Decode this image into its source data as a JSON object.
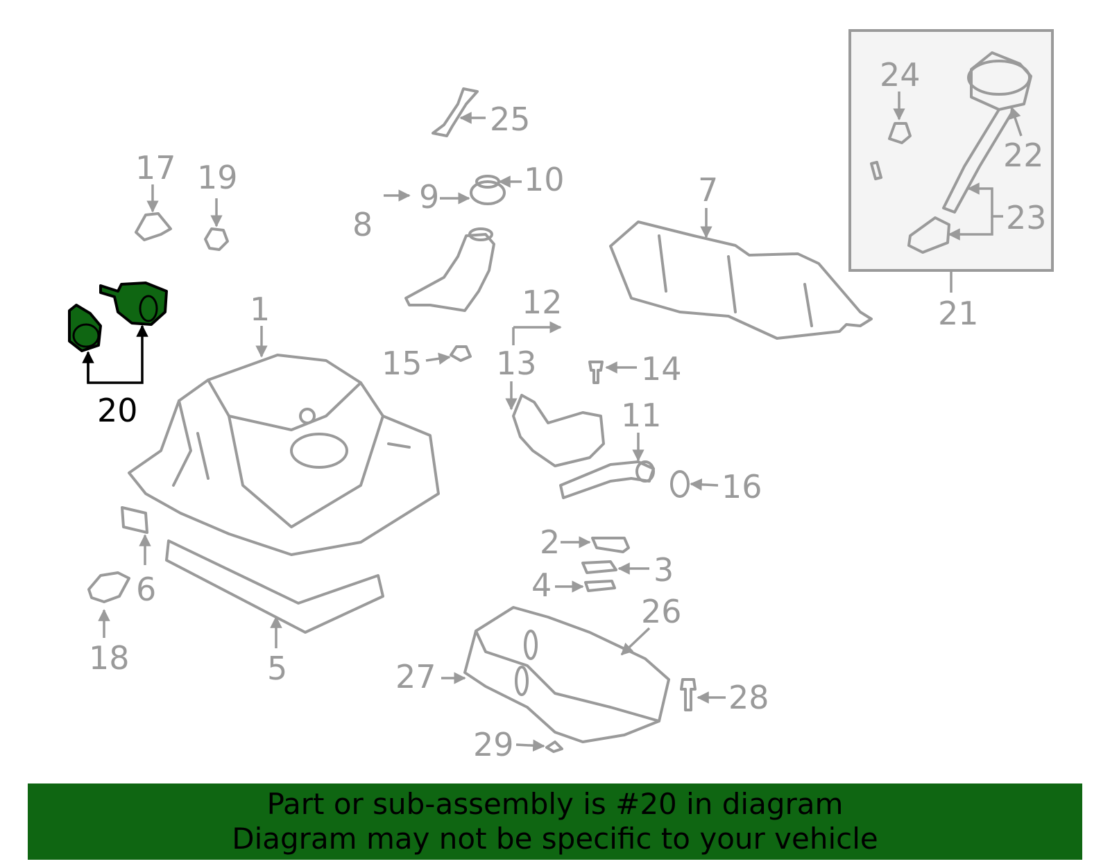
{
  "highlight_color": "#0f6612",
  "callout_color": "#9a9a9a",
  "callouts": {
    "c1": "1",
    "c2": "2",
    "c3": "3",
    "c4": "4",
    "c5": "5",
    "c6": "6",
    "c7": "7",
    "c8": "8",
    "c9": "9",
    "c10": "10",
    "c11": "11",
    "c12": "12",
    "c13": "13",
    "c14": "14",
    "c15": "15",
    "c16": "16",
    "c17": "17",
    "c18": "18",
    "c19": "19",
    "c20": "20",
    "c21": "21",
    "c22": "22",
    "c23": "23",
    "c24": "24",
    "c25": "25",
    "c26": "26",
    "c27": "27",
    "c28": "28",
    "c29": "29"
  },
  "highlighted_part": "20",
  "banner": {
    "line1": "Part or sub-assembly is #20 in diagram",
    "line2": "Diagram may not be specific to your vehicle"
  }
}
